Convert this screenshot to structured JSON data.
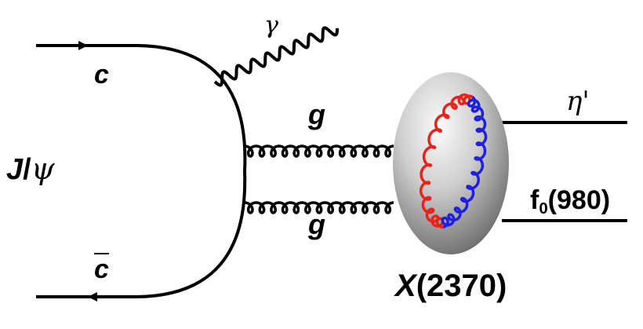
{
  "labels": {
    "charm": "c",
    "anticharm": "c",
    "jpsi_j": "J",
    "jpsi_slash": "/",
    "jpsi_psi": "ψ",
    "photon": "γ",
    "gluon_upper": "g",
    "gluon_lower": "g",
    "eta_prime": "η'",
    "f0_main": "f",
    "f0_sub": "0",
    "f0_mass": "(980)",
    "resonance_x": "X",
    "resonance_mass": "(2370)"
  },
  "colors": {
    "line": "#000000",
    "gluon_loop_red": "#e8231c",
    "gluon_loop_blue": "#1f1fe0",
    "blob_light": "#f2f2f2",
    "blob_dark": "#6d6d6d"
  }
}
